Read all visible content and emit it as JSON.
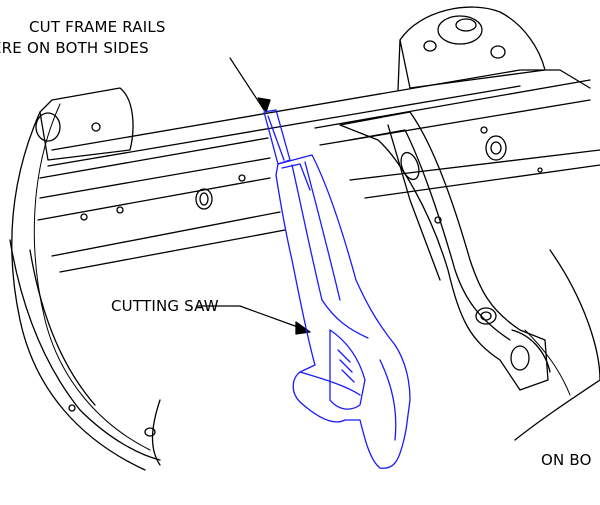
{
  "labels": {
    "cut_frame_line1": "CUT FRAME RAILS",
    "cut_frame_line2": "ERE ON BOTH SIDES",
    "cutting_saw": "CUTTING SAW",
    "partial_bottom_right": "ON BO"
  },
  "colors": {
    "frame_line": "#000000",
    "saw_line": "#1a1aff",
    "background": "#ffffff"
  }
}
